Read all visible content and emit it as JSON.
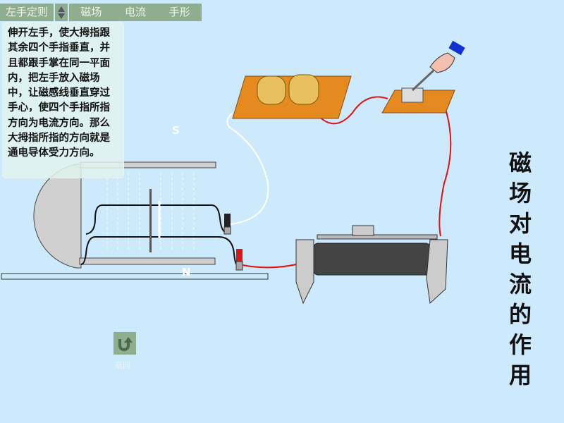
{
  "nav": {
    "left_rule": "左手定则",
    "magnet": "磁场",
    "current": "电流",
    "hand": "手形"
  },
  "instructions": "伸开左手，使大拇指跟其余四个手指垂直，并且都跟手掌在同一平面内，把左手放入磁场中，让磁感线垂直穿过手心，使四个手指所指方向为电流方向。那么大拇指所指的方向就是通电导体受力方向。",
  "poles": {
    "south": "S",
    "north": "N"
  },
  "title_vertical": [
    "磁",
    "场",
    "对",
    "电",
    "流",
    "的",
    "作",
    "用"
  ],
  "back": {
    "label": "返回",
    "icon": "u-turn-icon"
  },
  "colors": {
    "background": "#cdeafc",
    "nav": "#8fae8e",
    "wire_red": "#e01010",
    "board": "#e58a1e"
  }
}
